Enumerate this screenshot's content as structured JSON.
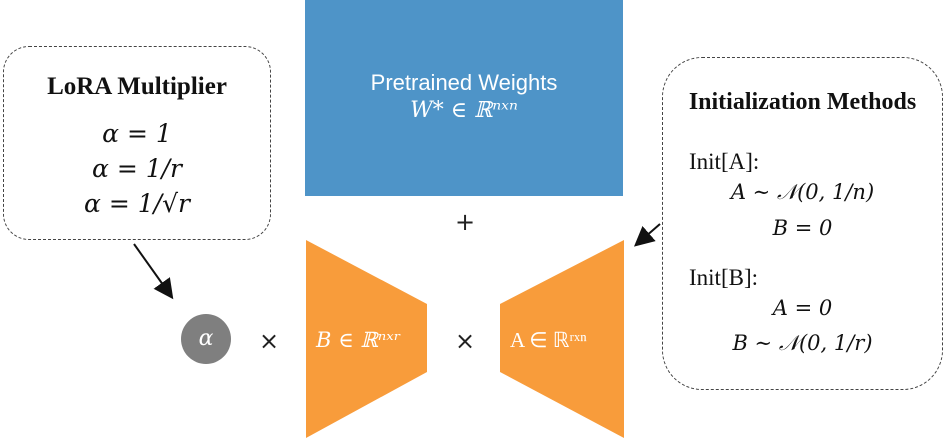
{
  "lora_multiplier": {
    "title": "LoRA Multiplier",
    "equations": [
      "α = 1",
      "α = 1/r",
      "α = 1/√r"
    ]
  },
  "pretrained": {
    "title": "Pretrained Weights",
    "math": "W* ∈ ℝⁿˣⁿ",
    "color": "#4e94c8"
  },
  "operators": {
    "plus": "+",
    "times_1": "×",
    "times_2": "×"
  },
  "alpha_node": {
    "label": "α",
    "color": "#7f7f7f"
  },
  "matrix_b": {
    "label": "B ∈ ℝⁿˣʳ",
    "color": "#f89c3b"
  },
  "matrix_a": {
    "label": "A ∈ ℝʳˣⁿ",
    "color": "#f89c3b"
  },
  "initialization": {
    "title": "Initialization Methods",
    "init_a": {
      "label": "Init[A]:",
      "eq1": "A ∼ 𝒩(0, 1/n)",
      "eq2": "B = 0"
    },
    "init_b": {
      "label": "Init[B]:",
      "eq1": "A = 0",
      "eq2": "B ∼ 𝒩(0, 1/r)"
    }
  }
}
